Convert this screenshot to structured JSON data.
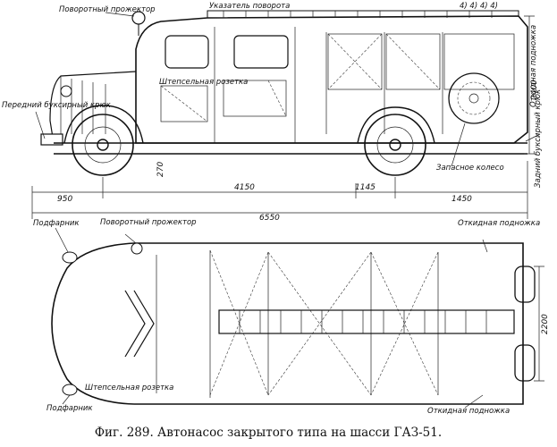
{
  "labels": {
    "turn_searchlight_top": "Поворотный прожектор",
    "turn_indicator": "Указатель поворота",
    "front_tow_hook": "Передний буксирный крюк",
    "socket_label": "Штепсельная розетка",
    "spare_wheel": "Запасное колесо",
    "rear_tow_hook": "Задний буксирный крюк",
    "fold_step_side": "Откидная подножка",
    "headlight_top": "Подфарник",
    "turn_searchlight_bottom": "Поворотный прожектор",
    "fold_step_top": "Откидная подножка",
    "socket_bottom": "Штепсельная розетка",
    "headlight_bottom": "Подфарник",
    "fold_step_bottom": "Откидная подножка",
    "corner_codes": "4) 4) 4) 4)"
  },
  "dimensions": {
    "front_overhang": "950",
    "wheelbase": "4150",
    "rear_overhang": "1450",
    "overall_length": "6550",
    "spare_offset": "1145",
    "height": "2400",
    "width": "2200",
    "ground_clearance": "270"
  },
  "caption": "Фиг. 289. Автонасос закрытого типа на шасси ГАЗ-51."
}
